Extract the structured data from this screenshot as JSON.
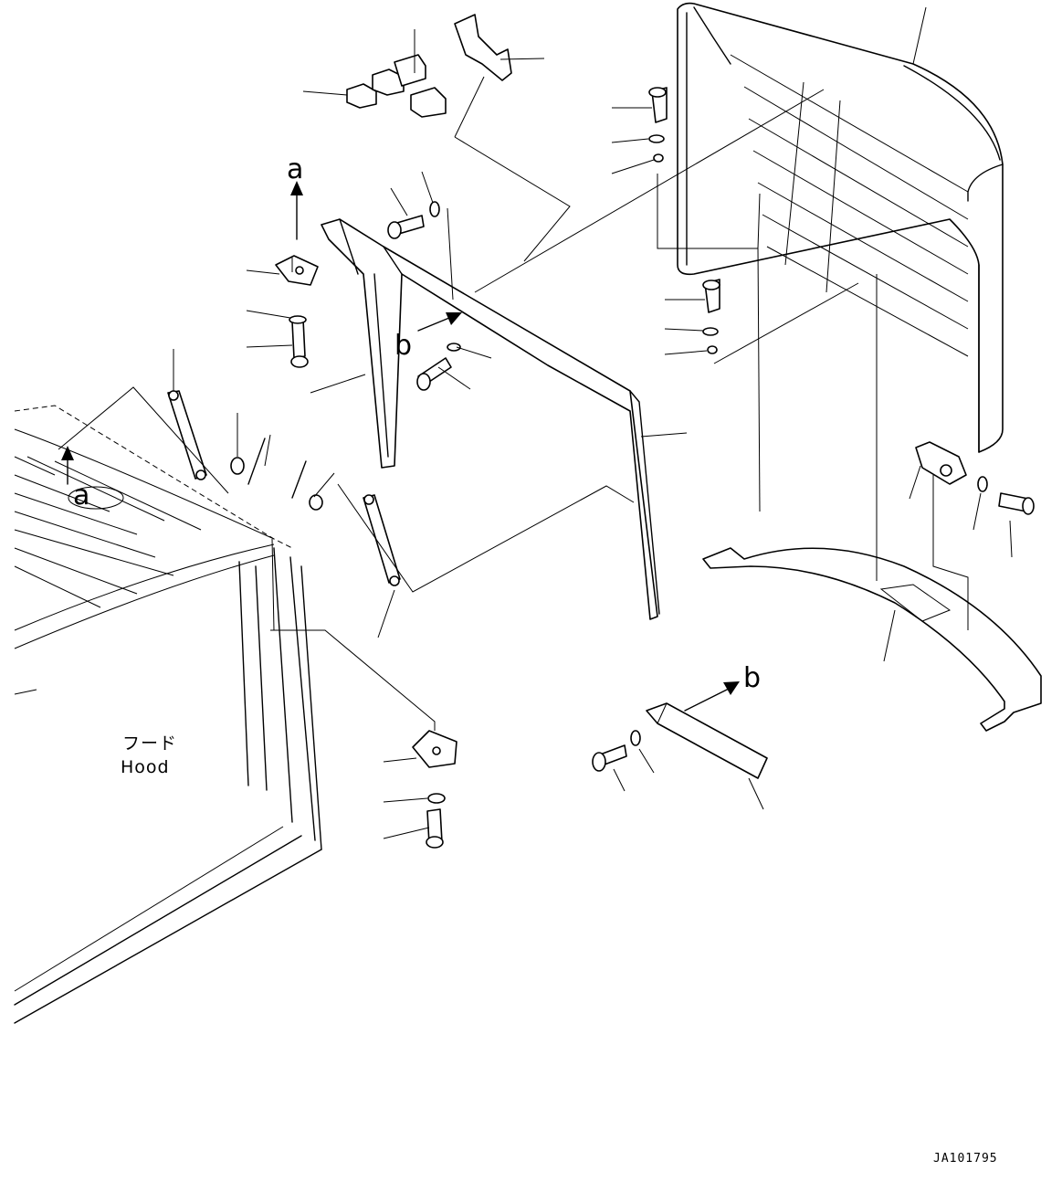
{
  "labels": {
    "view_a": "a",
    "view_b": "b",
    "hood_jp": "フード",
    "hood_en": "Hood",
    "drawing_code": "JA101795"
  }
}
